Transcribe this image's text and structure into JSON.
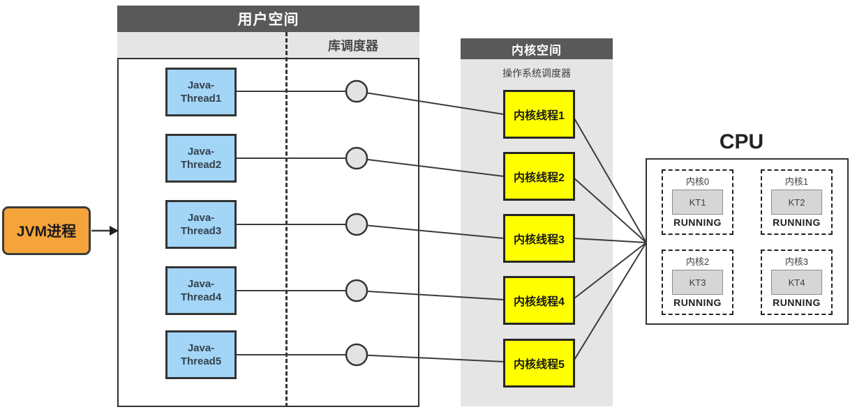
{
  "jvm": {
    "label": "JVM进程"
  },
  "user_space": {
    "title": "用户空间",
    "scheduler_label": "库调度器",
    "threads": [
      {
        "line1": "Java-",
        "line2": "Thread1"
      },
      {
        "line1": "Java-",
        "line2": "Thread2"
      },
      {
        "line1": "Java-",
        "line2": "Thread3"
      },
      {
        "line1": "Java-",
        "line2": "Thread4"
      },
      {
        "line1": "Java-",
        "line2": "Thread5"
      }
    ]
  },
  "kernel_space": {
    "title": "内核空间",
    "scheduler_label": "操作系统调度器",
    "threads": [
      {
        "label": "内核线程1"
      },
      {
        "label": "内核线程2"
      },
      {
        "label": "内核线程3"
      },
      {
        "label": "内核线程4"
      },
      {
        "label": "内核线程5"
      }
    ]
  },
  "cpu": {
    "title": "CPU",
    "cores": [
      {
        "name": "内核0",
        "thread": "KT1",
        "status": "RUNNING"
      },
      {
        "name": "内核1",
        "thread": "KT2",
        "status": "RUNNING"
      },
      {
        "name": "内核2",
        "thread": "KT3",
        "status": "RUNNING"
      },
      {
        "name": "内核3",
        "thread": "KT4",
        "status": "RUNNING"
      }
    ]
  },
  "colors": {
    "header_dark": "#595959",
    "panel_gray": "#E5E5E5",
    "java_thread_blue": "#A3D5F7",
    "kernel_thread_yellow": "#FFFF00",
    "jvm_orange": "#F5A43C",
    "circle_gray": "#E3E3E3",
    "kt_box_gray": "#D6D6D6",
    "line": "#3A3A3A"
  }
}
